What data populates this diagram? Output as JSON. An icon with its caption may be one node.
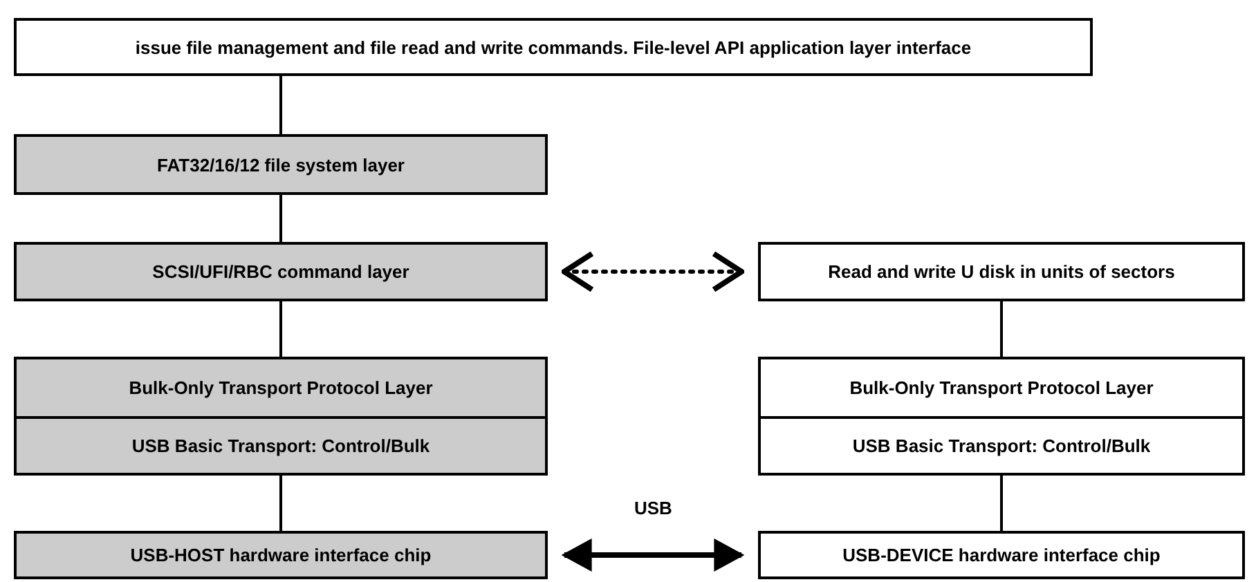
{
  "diagram": {
    "nodes": [
      {
        "text": [
          "issue file management and file read and write commands. File-level API application layer interface"
        ]
      },
      {
        "text": [
          "FAT32/16/12 file system layer"
        ]
      },
      {
        "text": [
          "SCSI/UFI/RBC command layer"
        ]
      },
      {
        "text": [
          "Read and write U disk in units of sectors"
        ]
      },
      {
        "text": [
          "Bulk-Only Transport Protocol Layer"
        ]
      },
      {
        "text": [
          "USB Basic Transport: Control/Bulk"
        ]
      },
      {
        "text": [
          "Bulk-Only Transport Protocol Layer"
        ]
      },
      {
        "text": [
          "USB Basic Transport: Control/Bulk"
        ]
      },
      {
        "text": [
          "USB-HOST hardware interface chip"
        ]
      },
      {
        "text": [
          "USB-DEVICE hardware interface chip"
        ]
      }
    ],
    "edges": [
      {
        "from": 0,
        "to": 1,
        "arrow": "none"
      },
      {
        "from": 1,
        "to": 2,
        "arrow": "none"
      },
      {
        "from": 2,
        "to": 3,
        "arrow": "both",
        "style": "dashed"
      },
      {
        "from": 2,
        "to": 4,
        "arrow": "none"
      },
      {
        "from": 3,
        "to": 6,
        "arrow": "none"
      },
      {
        "from": 5,
        "to": 8,
        "arrow": "none"
      },
      {
        "from": 7,
        "to": 9,
        "arrow": "none"
      },
      {
        "from": 8,
        "to": 9,
        "arrow": "both",
        "label": "USB",
        "style": "thick"
      }
    ]
  }
}
